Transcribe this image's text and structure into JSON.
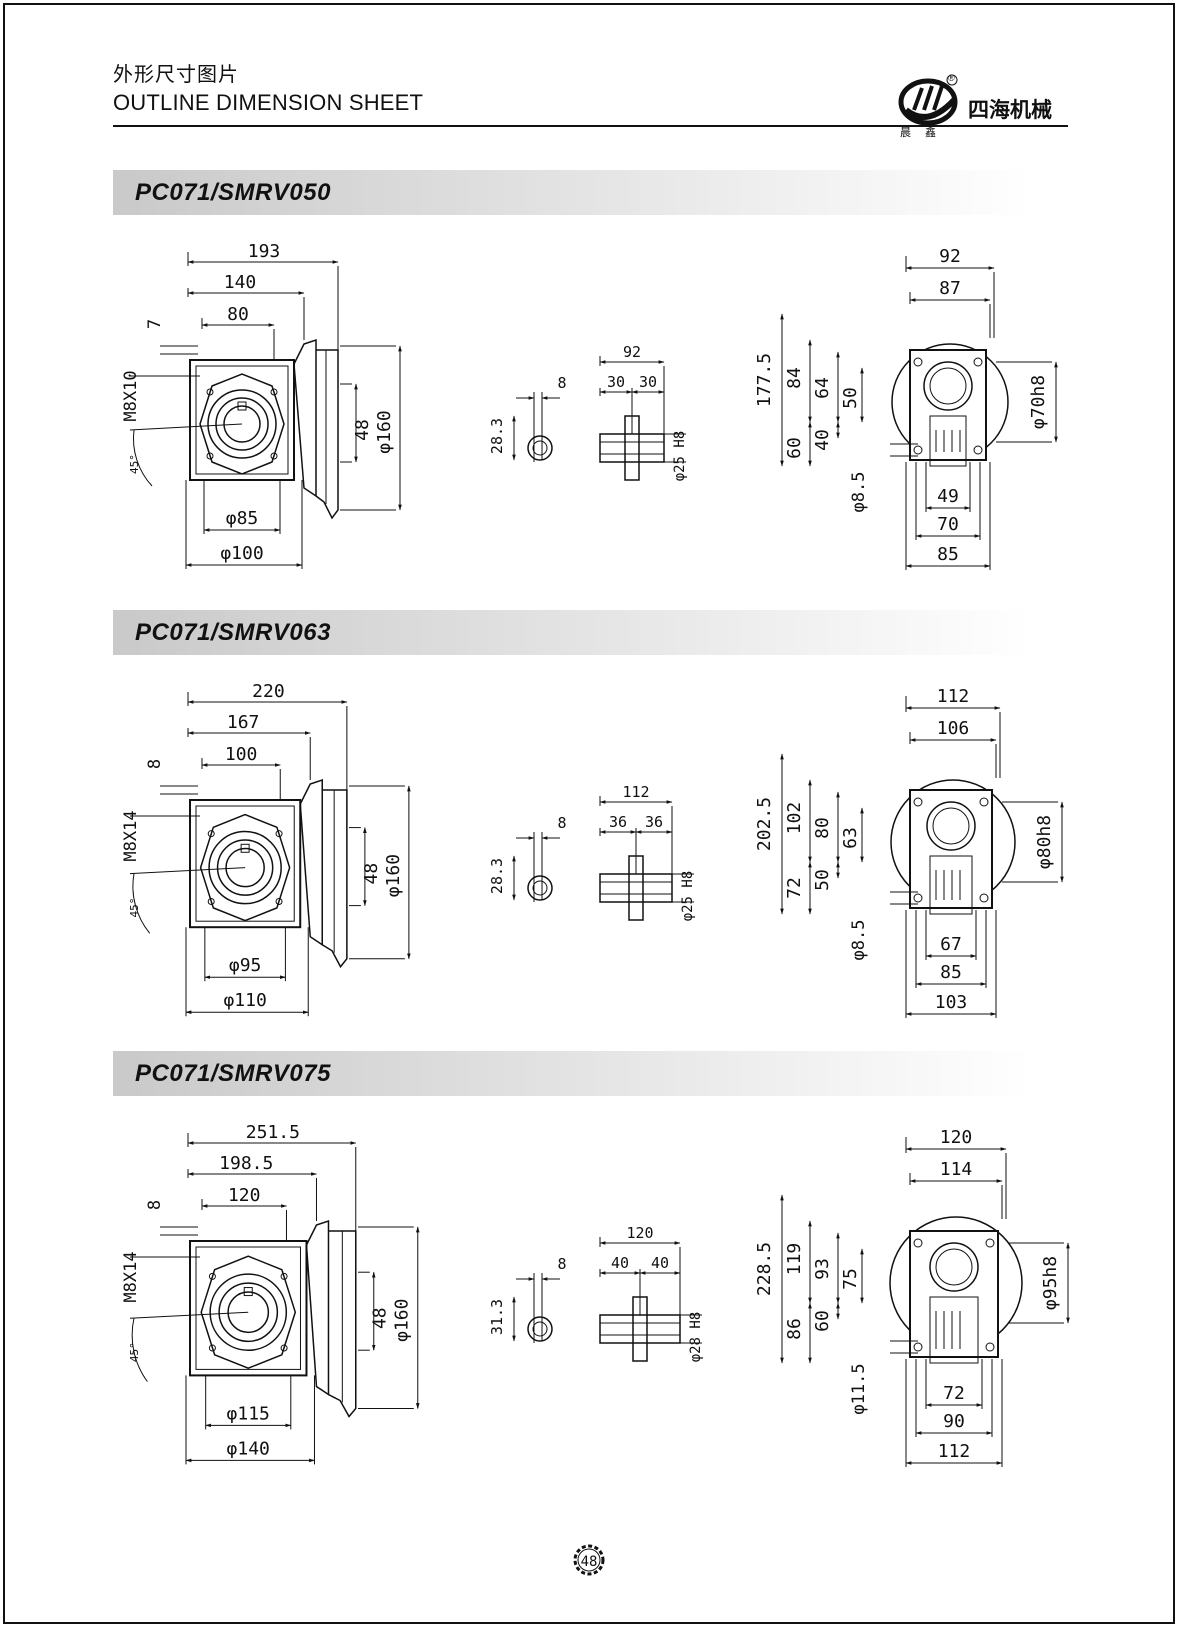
{
  "header": {
    "title_cn": "外形尺寸图片",
    "title_en": "OUTLINE DIMENSION SHEET",
    "brand": "四海机械",
    "brand_sub_left": "晨",
    "brand_sub_right": "鑫",
    "registered": "®"
  },
  "sections": [
    {
      "title": "PC071/SMRV050",
      "left": {
        "w1": "193",
        "w2": "140",
        "w3": "80",
        "offset": "7",
        "thread": "M8X10",
        "angle": "45°",
        "h1": "48",
        "h2": "φ160",
        "d1": "φ85",
        "d2": "φ100"
      },
      "shaft": {
        "h": "28.3",
        "key": "8",
        "len": "92",
        "a": "30",
        "b": "30",
        "bore": "φ25 H8"
      },
      "right": {
        "w1": "92",
        "w2": "87",
        "h_total": "177.5",
        "h1": "84",
        "h2": "64",
        "h3": "50",
        "h4": "60",
        "h5": "40",
        "hole": "φ8.5",
        "flange": "φ70h8",
        "b1": "49",
        "b2": "70",
        "b3": "85"
      }
    },
    {
      "title": "PC071/SMRV063",
      "left": {
        "w1": "220",
        "w2": "167",
        "w3": "100",
        "offset": "8",
        "thread": "M8X14",
        "angle": "45°",
        "h1": "48",
        "h2": "φ160",
        "d1": "φ95",
        "d2": "φ110"
      },
      "shaft": {
        "h": "28.3",
        "key": "8",
        "len": "112",
        "a": "36",
        "b": "36",
        "bore": "φ25 H8"
      },
      "right": {
        "w1": "112",
        "w2": "106",
        "h_total": "202.5",
        "h1": "102",
        "h2": "80",
        "h3": "63",
        "h4": "72",
        "h5": "50",
        "hole": "φ8.5",
        "flange": "φ80h8",
        "b1": "67",
        "b2": "85",
        "b3": "103"
      }
    },
    {
      "title": "PC071/SMRV075",
      "left": {
        "w1": "251.5",
        "w2": "198.5",
        "w3": "120",
        "offset": "8",
        "thread": "M8X14",
        "angle": "45°",
        "h1": "48",
        "h2": "φ160",
        "d1": "φ115",
        "d2": "φ140"
      },
      "shaft": {
        "h": "31.3",
        "key": "8",
        "len": "120",
        "a": "40",
        "b": "40",
        "bore": "φ28 H8"
      },
      "right": {
        "w1": "120",
        "w2": "114",
        "h_total": "228.5",
        "h1": "119",
        "h2": "93",
        "h3": "75",
        "h4": "86",
        "h5": "60",
        "hole": "φ11.5",
        "flange": "φ95h8",
        "b1": "72",
        "b2": "90",
        "b3": "112"
      }
    }
  ],
  "footer": {
    "page_number": "48"
  }
}
